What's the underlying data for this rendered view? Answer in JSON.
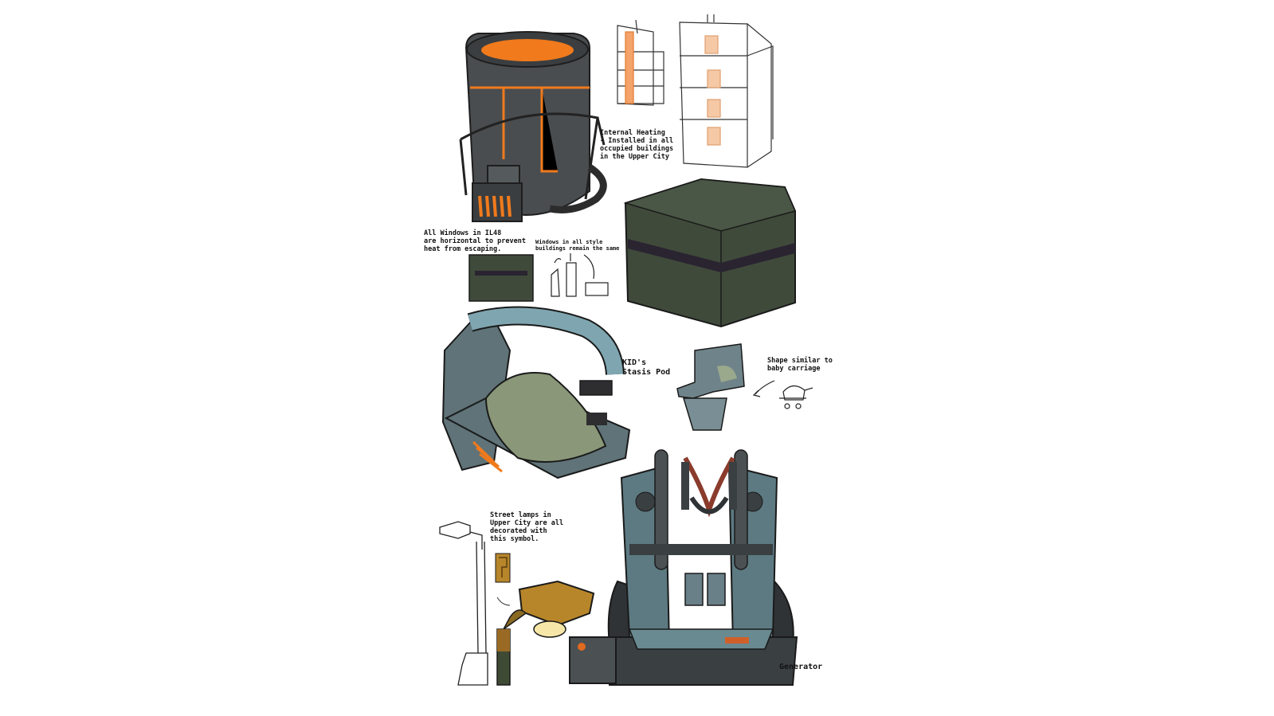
{
  "notes": {
    "heating": "Internal Heating\n- Installed in all\noccupied buildings\nin the Upper City",
    "windows_horizontal": "All Windows in IL48\nare horizontal to prevent\nheat from escaping.",
    "windows_same": "Windows in all style\nbuildings remain the same",
    "stasis_pod": "KID's\nStasis Pod",
    "carriage": "Shape similar to\nbaby carriage",
    "street_lamps": "Street lamps in\nUpper City are all\ndecorated with\nthis symbol.",
    "generator": "Generator"
  },
  "colors": {
    "background": "#ffffff",
    "heater_body": "#4a4d4f",
    "heater_glow": "#f07a1c",
    "building_green": "#3f4a3b",
    "pod_steel": "#5f7378",
    "pod_blue": "#7fa6b0",
    "bed_green": "#8a9778",
    "lamp_gold": "#b8862a",
    "generator_dark": "#3a3f42",
    "generator_blue": "#5d7a82",
    "pipe_red": "#8a3b2c"
  }
}
